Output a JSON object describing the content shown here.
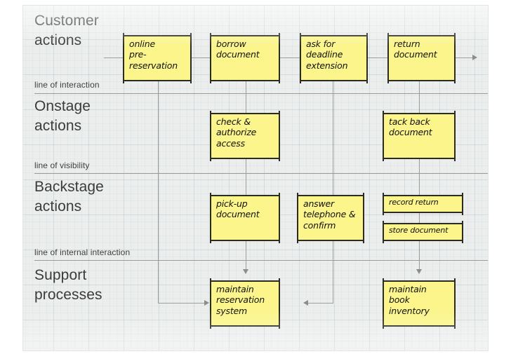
{
  "slide": {
    "bands": [
      {
        "id": "customer",
        "title": "Customer\nactions",
        "divider_label": "line of interaction"
      },
      {
        "id": "onstage",
        "title": "Onstage\nactions",
        "divider_label": "line of visibility"
      },
      {
        "id": "backstage",
        "title": "Backstage\nactions",
        "divider_label": "line of internal interaction"
      },
      {
        "id": "support",
        "title": "Support\nprocesses",
        "divider_label": ""
      }
    ],
    "nodes": {
      "online_prereservation": "online\npre-\nreservation",
      "borrow_document": "borrow\ndocument",
      "ask_deadline_extension": "ask for\ndeadline\nextension",
      "return_document": "return\ndocument",
      "check_authorize_access": "check &\nauthorize\naccess",
      "tack_back_document": "tack back\ndocument",
      "pickup_document": "pick-up\ndocument",
      "answer_telephone_confirm": "answer\ntelephone &\nconfirm",
      "record_return": "record return",
      "store_document": "store document",
      "maintain_reservation_system": "maintain\nreservation\nsystem",
      "maintain_book_inventory": "maintain\nbook\ninventory"
    },
    "colors": {
      "note_fill": "#fbf58c",
      "note_border": "#2b2b22",
      "connector": "#9d9d9d",
      "divider": "#9a9a9a",
      "heading_text": "#3b3b3b",
      "canvas": "#eceeee"
    }
  }
}
